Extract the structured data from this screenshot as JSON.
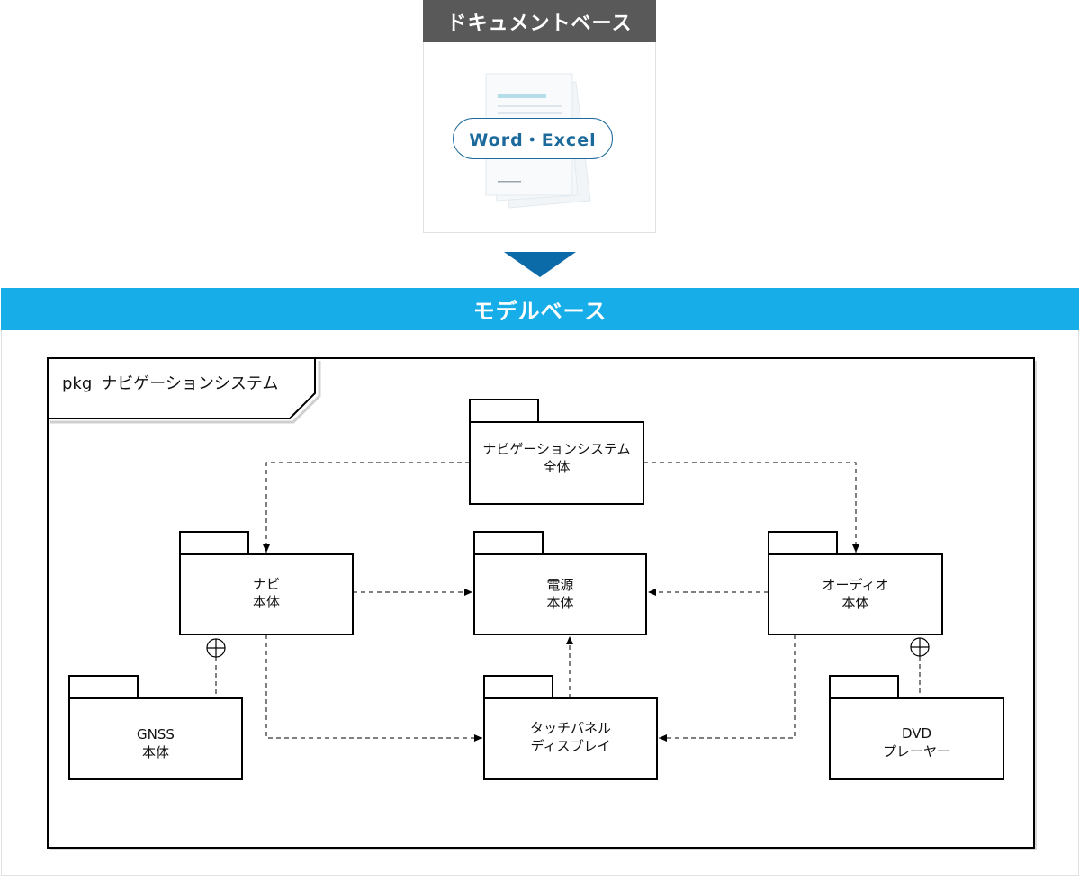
{
  "document_based": {
    "title": "ドキュメントベース",
    "pill_label": "Word・Excel"
  },
  "model_based": {
    "title": "モデルベース"
  },
  "diagram": {
    "frame_keyword": "pkg",
    "frame_name": "ナビゲーションシステム",
    "packages": {
      "system": {
        "line1": "ナビゲーションシステム",
        "line2": "全体"
      },
      "navi": {
        "line1": "ナビ",
        "line2": "本体"
      },
      "power": {
        "line1": "電源",
        "line2": "本体"
      },
      "audio": {
        "line1": "オーディオ",
        "line2": "本体"
      },
      "gnss": {
        "line1": "GNSS",
        "line2": "本体"
      },
      "touch": {
        "line1": "タッチパネル",
        "line2": "ディスプレイ"
      },
      "dvd": {
        "line1": "DVD",
        "line2": "プレーヤー"
      }
    }
  },
  "colors": {
    "doc_header_bg": "#595959",
    "model_header_bg": "#17ade8",
    "arrow": "#0b6ba8",
    "pill_text": "#1c6a9c"
  }
}
